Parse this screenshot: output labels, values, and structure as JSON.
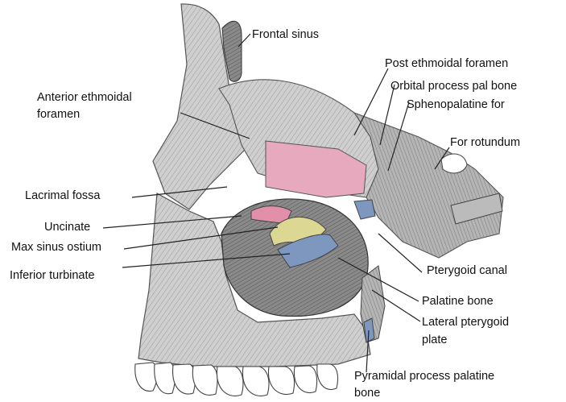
{
  "labels": {
    "frontal_sinus": "Frontal sinus",
    "post_ethmoidal_foramen": "Post ethmoidal foramen",
    "orbital_process": "Orbital process pal bone",
    "sphenopalatine": "Sphenopalatine for",
    "anterior_ethmoidal_1": "Anterior ethmoidal",
    "anterior_ethmoidal_2": "foramen",
    "for_rotundum": "For rotundum",
    "lacrimal_fossa": "Lacrimal fossa",
    "uncinate": "Uncinate",
    "max_sinus_ostium": "Max sinus ostium",
    "inferior_turbinate": "Inferior turbinate",
    "pterygoid_canal": "Pterygoid canal",
    "palatine_bone": "Palatine bone",
    "lateral_pterygoid_1": "Lateral pterygoid",
    "lateral_pterygoid_2": "plate",
    "pyramidal_process_1": "Pyramidal process palatine",
    "pyramidal_process_2": "bone"
  },
  "colors": {
    "bone": "#c9c9c9",
    "bone_dark": "#8d8d8d",
    "ethmoid_pink": "#e6a9bd",
    "uncinate_pink": "#e290aa",
    "ostium_yellow": "#dcd893",
    "turbinate_blue": "#7d97bf",
    "sinus_dark": "#6e6e6e"
  }
}
